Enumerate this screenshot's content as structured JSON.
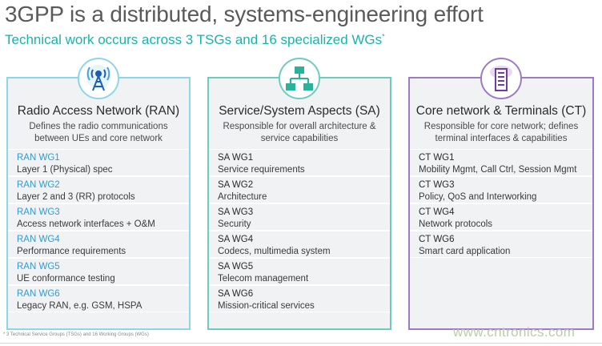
{
  "title": "3GPP is a distributed, systems-engineering effort",
  "subtitle": "Technical work occurs across 3 TSGs and 16 specialized WGs",
  "subtitle_marker": "*",
  "colors": {
    "ran": "#8ed5ea",
    "sa": "#6fccbd",
    "ct": "#9d7bc2",
    "accent_text": "#1ab3a8"
  },
  "columns": [
    {
      "icon": "radio-tower-icon",
      "name": "Radio Access Network (RAN)",
      "desc_lines": [
        "Defines the radio communications",
        "between UEs and core network"
      ],
      "wgs": [
        {
          "code": "RAN WG1",
          "desc": "Layer 1 (Physical) spec"
        },
        {
          "code": "RAN WG2",
          "desc": "Layer 2 and 3 (RR) protocols"
        },
        {
          "code": "RAN WG3",
          "desc": "Access network interfaces + O&M"
        },
        {
          "code": "RAN WG4",
          "desc": "Performance requirements"
        },
        {
          "code": "RAN WG5",
          "desc": "UE conformance testing"
        },
        {
          "code": "RAN WG6",
          "desc": "Legacy RAN, e.g. GSM, HSPA"
        }
      ]
    },
    {
      "icon": "network-hierarchy-icon",
      "name": "Service/System Aspects (SA)",
      "desc_lines": [
        "Responsible for overall architecture &",
        "service capabilities"
      ],
      "wgs": [
        {
          "code": "SA WG1",
          "desc": "Service requirements"
        },
        {
          "code": "SA WG2",
          "desc": "Architecture"
        },
        {
          "code": "SA WG3",
          "desc": "Security"
        },
        {
          "code": "SA WG4",
          "desc": "Codecs, multimedia system"
        },
        {
          "code": "SA WG5",
          "desc": "Telecom management"
        },
        {
          "code": "SA WG6",
          "desc": "Mission-critical services"
        }
      ]
    },
    {
      "icon": "cloud-server-icon",
      "name": "Core network & Terminals (CT)",
      "desc_lines": [
        "Responsible for core network; defines",
        "terminal interfaces & capabilities"
      ],
      "wgs": [
        {
          "code": "CT WG1",
          "desc": "Mobility Mgmt, Call Ctrl, Session Mgmt"
        },
        {
          "code": "CT WG3",
          "desc": "Policy, QoS and Interworking"
        },
        {
          "code": "CT WG4",
          "desc": "Network protocols"
        },
        {
          "code": "CT WG6",
          "desc": "Smart card application"
        }
      ]
    }
  ],
  "footnote": "* 3 Technical Service Groups (TSGs) and 16 Working Groups (WGs)",
  "watermark": "www.cntronics.com"
}
